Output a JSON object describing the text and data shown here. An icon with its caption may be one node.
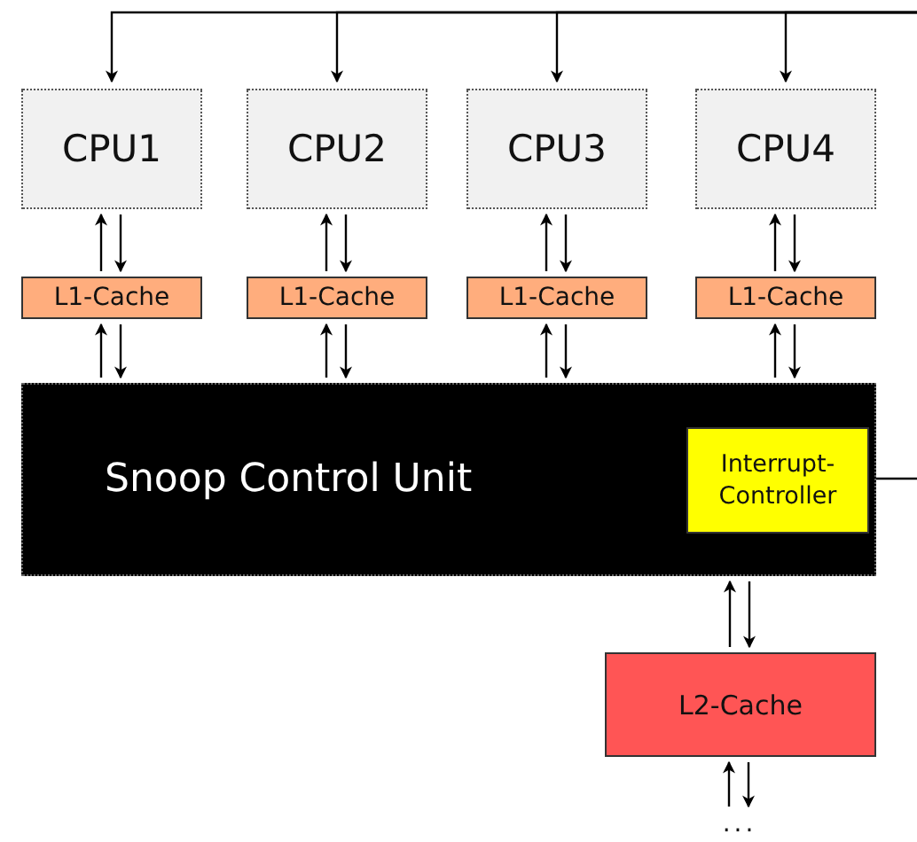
{
  "diagram": {
    "nodes": [
      {
        "text": [
          "CPU1"
        ]
      },
      {
        "text": [
          "CPU2"
        ]
      },
      {
        "text": [
          "CPU3"
        ]
      },
      {
        "text": [
          "CPU4"
        ]
      },
      {
        "text": [
          "L1-Cache"
        ]
      },
      {
        "text": [
          "L1-Cache"
        ]
      },
      {
        "text": [
          "L1-Cache"
        ]
      },
      {
        "text": [
          "L1-Cache"
        ]
      },
      {
        "text": [
          "Snoop Control Unit"
        ]
      },
      {
        "text": [
          "Interrupt-Controller"
        ],
        "in": 8
      },
      {
        "text": [
          "L2-Cache"
        ]
      },
      {
        "text": [
          "..."
        ]
      }
    ],
    "edges": [
      {
        "from": null,
        "to": 0,
        "arrow": "to"
      },
      {
        "from": null,
        "to": 1,
        "arrow": "to"
      },
      {
        "from": null,
        "to": 2,
        "arrow": "to"
      },
      {
        "from": null,
        "to": 3,
        "arrow": "to"
      },
      {
        "from": 4,
        "to": 0,
        "arrow": "to"
      },
      {
        "from": 0,
        "to": 4,
        "arrow": "to"
      },
      {
        "from": 5,
        "to": 1,
        "arrow": "to"
      },
      {
        "from": 1,
        "to": 5,
        "arrow": "to"
      },
      {
        "from": 6,
        "to": 2,
        "arrow": "to"
      },
      {
        "from": 2,
        "to": 6,
        "arrow": "to"
      },
      {
        "from": 7,
        "to": 3,
        "arrow": "to"
      },
      {
        "from": 3,
        "to": 7,
        "arrow": "to"
      },
      {
        "from": 8,
        "to": 4,
        "arrow": "to"
      },
      {
        "from": 4,
        "to": 8,
        "arrow": "to"
      },
      {
        "from": 8,
        "to": 5,
        "arrow": "to"
      },
      {
        "from": 5,
        "to": 8,
        "arrow": "to"
      },
      {
        "from": 8,
        "to": 6,
        "arrow": "to"
      },
      {
        "from": 6,
        "to": 8,
        "arrow": "to"
      },
      {
        "from": 8,
        "to": 7,
        "arrow": "to"
      },
      {
        "from": 7,
        "to": 8,
        "arrow": "to"
      },
      {
        "from": 10,
        "to": 8,
        "arrow": "to"
      },
      {
        "from": 8,
        "to": 10,
        "arrow": "to"
      },
      {
        "from": 11,
        "to": 10,
        "arrow": "to"
      },
      {
        "from": 10,
        "to": 11,
        "arrow": "to"
      },
      {
        "from": 9,
        "to": null,
        "arrow": "none"
      }
    ]
  }
}
